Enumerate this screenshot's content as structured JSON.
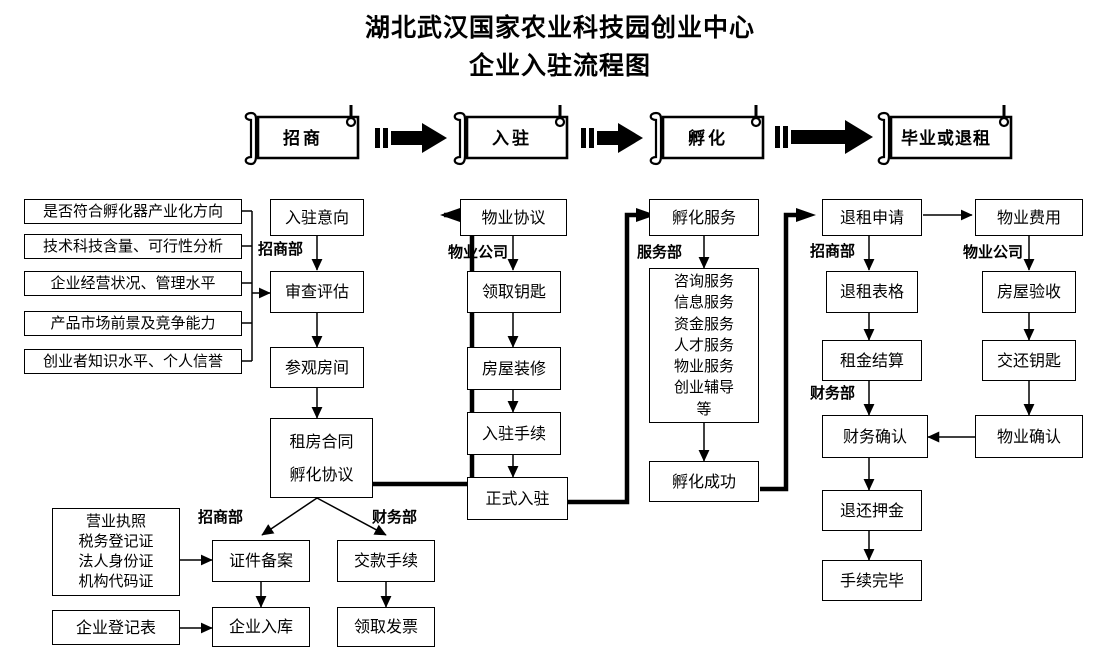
{
  "title": {
    "line1": "湖北武汉国家农业科技园创业中心",
    "line2": "企业入驻流程图"
  },
  "stages": [
    {
      "id": "stage-recruit",
      "label": "招商"
    },
    {
      "id": "stage-settle",
      "label": "入驻"
    },
    {
      "id": "stage-incubate",
      "label": "孵化"
    },
    {
      "id": "stage-graduate",
      "label": "毕业或退租"
    }
  ],
  "arrows_between_stages": 3,
  "criteria": {
    "items": [
      "是否符合孵化器产业化方向",
      "技术科技含量、可行性分析",
      "企业经营状况、管理水平",
      "产品市场前景及竞争能力",
      "创业者知识水平、个人信誉"
    ]
  },
  "col_recruit": {
    "dept": "招商部",
    "steps": [
      "入驻意向",
      "审查评估",
      "参观房间"
    ],
    "contract": {
      "line1": "租房合同",
      "line2": "孵化协议"
    }
  },
  "col_property": {
    "dept": "物业公司",
    "steps": [
      "物业协议",
      "领取钥匙",
      "房屋装修",
      "入驻手续",
      "正式入驻"
    ]
  },
  "col_service": {
    "dept": "服务部",
    "head": "孵化服务",
    "services": [
      "咨询服务",
      "信息服务",
      "资金服务",
      "人才服务",
      "物业服务",
      "创业辅导",
      "等"
    ],
    "tail": "孵化成功"
  },
  "col_exit": {
    "dept_top": "招商部",
    "dept_mid": "财务部",
    "steps": [
      "退租申请",
      "退租表格",
      "租金结算",
      "财务确认",
      "退还押金",
      "手续完毕"
    ]
  },
  "col_property_exit": {
    "dept": "物业公司",
    "steps": [
      "物业费用",
      "房屋验收",
      "交还钥匙",
      "物业确认"
    ]
  },
  "bottom": {
    "documents": [
      "营业执照",
      "税务登记证",
      "法人身份证",
      "机构代码证"
    ],
    "registration_form": "企业登记表",
    "dept_left": "招商部",
    "dept_right": "财务部",
    "left_steps": [
      "证件备案",
      "企业入库"
    ],
    "right_steps": [
      "交款手续",
      "领取发票"
    ]
  },
  "colors": {
    "line": "#000000",
    "background": "#ffffff"
  }
}
